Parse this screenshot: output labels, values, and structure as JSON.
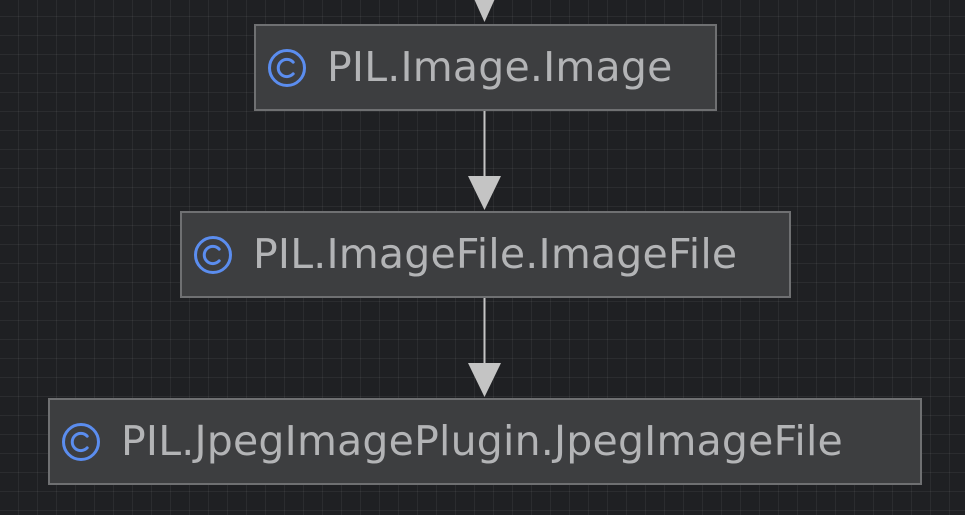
{
  "diagram": {
    "type": "class-hierarchy",
    "colors": {
      "background": "#1f2023",
      "node_fill": "#3d3e40",
      "node_border": "#6f7072",
      "label": "#b3b4b6",
      "edge": "#c4c4c4",
      "class_icon": "#5b8def"
    },
    "icon": "class-c-icon",
    "nodes": [
      {
        "id": "image",
        "label": "PIL.Image.Image"
      },
      {
        "id": "imagefile",
        "label": "PIL.ImageFile.ImageFile"
      },
      {
        "id": "jpeg",
        "label": "PIL.JpegImagePlugin.JpegImageFile"
      }
    ],
    "edges": [
      {
        "from": "offscreen-parent",
        "to": "image"
      },
      {
        "from": "image",
        "to": "imagefile"
      },
      {
        "from": "imagefile",
        "to": "jpeg"
      }
    ]
  }
}
